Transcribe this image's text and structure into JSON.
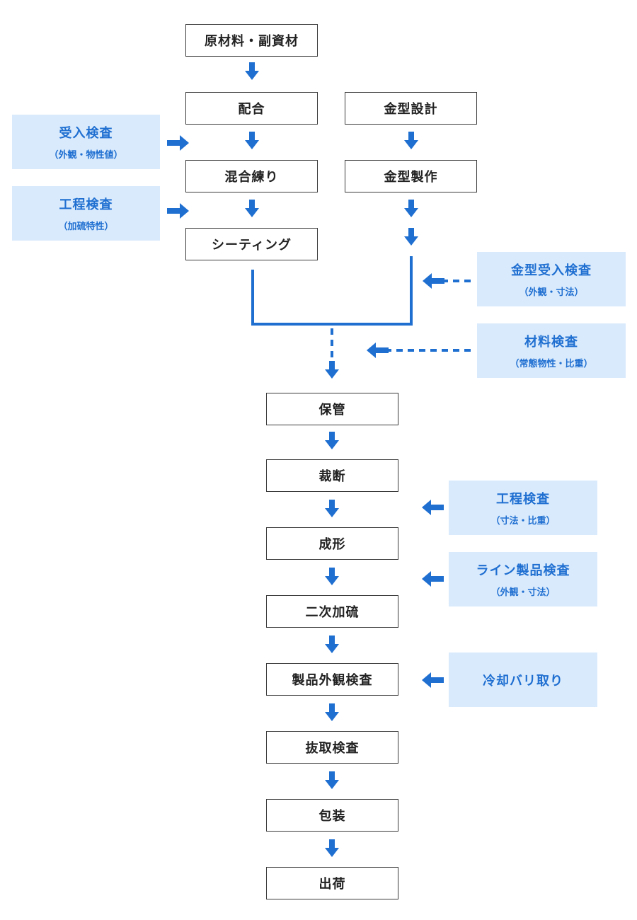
{
  "colors": {
    "accent": "#1f6fd1",
    "check_bg": "#d9eafc",
    "box_border": "#3a3a3a"
  },
  "process": {
    "raw_materials": "原材料・副資材",
    "compounding": "配合",
    "mold_design": "金型設計",
    "mixing_kneading": "混合練り",
    "mold_manufacturing": "金型製作",
    "sheeting": "シーティング",
    "storage": "保管",
    "cutting": "裁断",
    "molding": "成形",
    "secondary_vulcanization": "二次加硫",
    "appearance_inspection": "製品外観検査",
    "sampling_inspection": "抜取検査",
    "packaging": "包装",
    "shipping": "出荷"
  },
  "inspections": {
    "receiving": {
      "title": "受入検査",
      "sub": "（外観・物性値）"
    },
    "process_vulcanization": {
      "title": "工程検査",
      "sub": "（加硫特性）"
    },
    "mold_receiving": {
      "title": "金型受入検査",
      "sub": "（外観・寸法）"
    },
    "material": {
      "title": "材料検査",
      "sub": "（常態物性・比重）"
    },
    "process_dimension": {
      "title": "工程検査",
      "sub": "（寸法・比重）"
    },
    "line_product": {
      "title": "ライン製品検査",
      "sub": "（外観・寸法）"
    },
    "deflashing": {
      "title": "冷却バリ取り"
    }
  }
}
